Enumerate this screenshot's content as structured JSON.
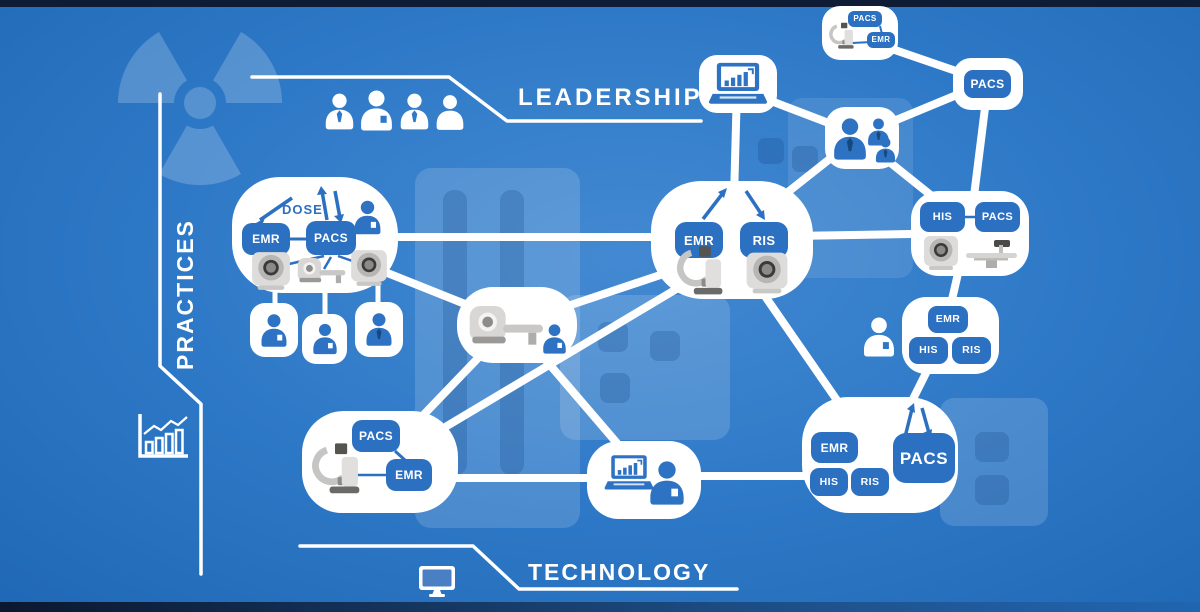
{
  "diagram": {
    "sections": {
      "leadership": "LEADERSHIP",
      "practices": "PRACTICES",
      "technology": "TECHNOLOGY"
    },
    "nodes": {
      "satellite_imaging_top": {
        "pacs": "PACS",
        "emr": "EMR"
      },
      "pacs_hub": {
        "pacs": "PACS"
      },
      "radiology_practice": {
        "dose": "DOSE",
        "emr": "EMR",
        "pacs": "PACS"
      },
      "hospital_center": {
        "emr": "EMR",
        "ris": "RIS"
      },
      "his_pacs_site": {
        "his": "HIS",
        "pacs": "PACS"
      },
      "clinic_site": {
        "emr": "EMR",
        "his": "HIS",
        "ris": "RIS"
      },
      "imaging_site_bottom_left": {
        "pacs": "PACS",
        "emr": "EMR"
      },
      "enterprise_site": {
        "emr": "EMR",
        "his": "HIS",
        "ris": "RIS",
        "pacs": "PACS"
      }
    },
    "icons": {
      "radiation": "radiation-trefoil",
      "growth_chart": "bar-chart-with-trend",
      "monitor": "desktop-monitor",
      "laptop_chart": "laptop-with-bar-chart",
      "people": "person-silhouettes",
      "equipment": "medical-imaging-equipment"
    },
    "colors": {
      "background": "#2e79c7",
      "background_light": "#4389d2",
      "background_deep": "#1e66b4",
      "node_fill": "#ffffff",
      "system_box": "#2c70c1",
      "letterbox": "#0e1c36"
    }
  }
}
